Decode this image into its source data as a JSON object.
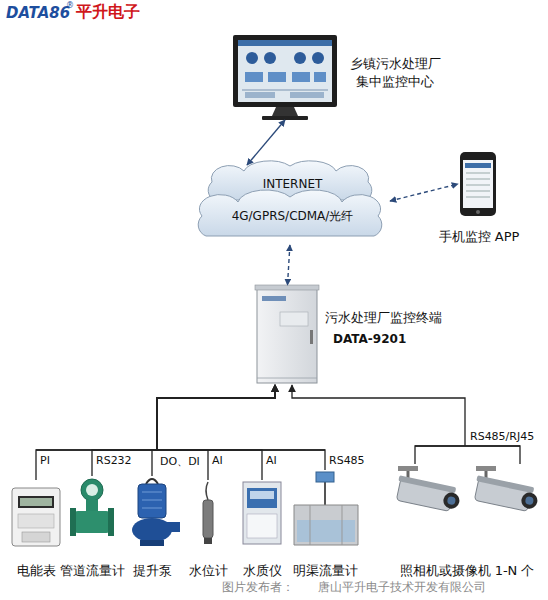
{
  "diagram": {
    "nodes": [
      {
        "text": [
          "乡镇污水处理厂 集中监控中心"
        ]
      },
      {
        "text": [
          "INTERNET",
          "4G/GPRS/CDMA/光纤"
        ]
      },
      {
        "text": [
          "手机监控 APP"
        ]
      },
      {
        "text": [
          "污水处理厂监控终端",
          "DATA-9201"
        ]
      },
      {
        "text": [
          "电能表"
        ]
      },
      {
        "text": [
          "管道流量计"
        ]
      },
      {
        "text": [
          "提升泵"
        ]
      },
      {
        "text": [
          "水位计"
        ]
      },
      {
        "text": [
          "水质仪"
        ]
      },
      {
        "text": [
          "明渠流量计"
        ]
      },
      {
        "text": [
          "照相机或摄像机 1-N 个"
        ]
      }
    ],
    "edges": [
      {
        "from": 0,
        "to": 1,
        "arrow": "both"
      },
      {
        "from": 1,
        "to": 2,
        "arrow": "both"
      },
      {
        "from": 1,
        "to": 3,
        "arrow": "both"
      },
      {
        "from": 4,
        "to": 3,
        "label": "PI",
        "arrow": "to"
      },
      {
        "from": 5,
        "to": 3,
        "label": "RS232",
        "arrow": "to"
      },
      {
        "from": 6,
        "to": 3,
        "label": "DO、DI",
        "arrow": "to"
      },
      {
        "from": 7,
        "to": 3,
        "label": "AI",
        "arrow": "to"
      },
      {
        "from": 8,
        "to": 3,
        "label": "AI",
        "arrow": "to"
      },
      {
        "from": 9,
        "to": 3,
        "label": "RS485",
        "arrow": "to"
      },
      {
        "from": 10,
        "to": 3,
        "label": "RS485/RJ45",
        "arrow": "to"
      }
    ],
    "labels": [
      "DATA86",
      "®",
      "平升电子",
      "图片发布者：",
      "唐山平升电子技术开发有限公司"
    ]
  }
}
